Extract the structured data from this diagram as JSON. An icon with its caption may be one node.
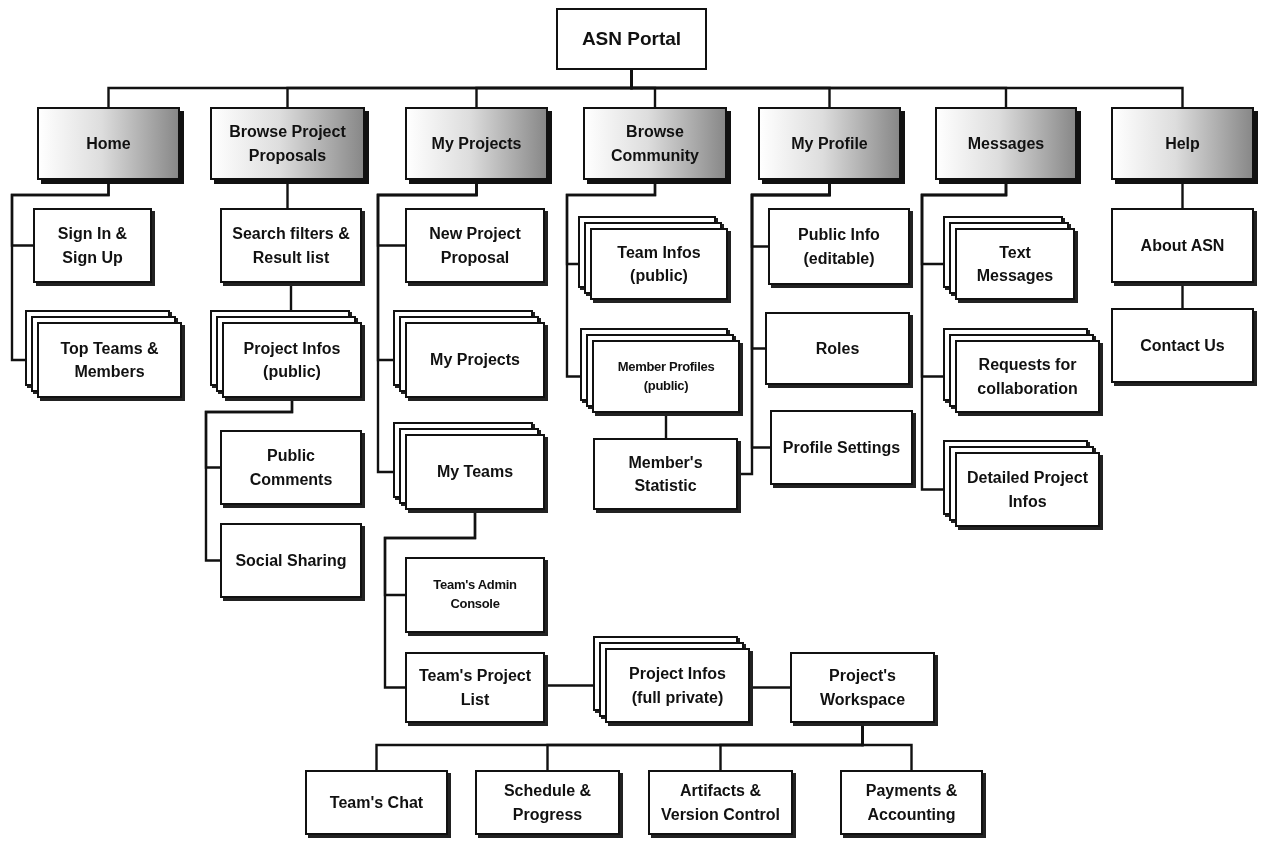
{
  "diagram": {
    "nodes": [
      {
        "text": [
          "ASN Portal"
        ]
      },
      {
        "text": [
          "Home"
        ]
      },
      {
        "text": [
          "Browse Project Proposals"
        ]
      },
      {
        "text": [
          "My Projects"
        ]
      },
      {
        "text": [
          "Browse Community"
        ]
      },
      {
        "text": [
          "My Profile"
        ]
      },
      {
        "text": [
          "Messages"
        ]
      },
      {
        "text": [
          "Help"
        ]
      },
      {
        "text": [
          "Sign In & Sign Up"
        ]
      },
      {
        "text": [
          "Top Teams & Members"
        ]
      },
      {
        "text": [
          "Search filters & Result list"
        ]
      },
      {
        "text": [
          "Project Infos (public)"
        ]
      },
      {
        "text": [
          "Public Comments"
        ]
      },
      {
        "text": [
          "Social Sharing"
        ]
      },
      {
        "text": [
          "New Project Proposal"
        ]
      },
      {
        "text": [
          "My Projects"
        ]
      },
      {
        "text": [
          "My Teams"
        ]
      },
      {
        "text": [
          "Team's Admin Console"
        ]
      },
      {
        "text": [
          "Team's Project List"
        ]
      },
      {
        "text": [
          "Project Infos (full private)"
        ]
      },
      {
        "text": [
          "Project's Workspace"
        ]
      },
      {
        "text": [
          "Team's Chat"
        ]
      },
      {
        "text": [
          "Schedule & Progress"
        ]
      },
      {
        "text": [
          "Artifacts & Version Control"
        ]
      },
      {
        "text": [
          "Payments & Accounting"
        ]
      },
      {
        "text": [
          "Team Infos (public)"
        ]
      },
      {
        "text": [
          "Member Profiles (public)"
        ]
      },
      {
        "text": [
          "Member's Statistic"
        ]
      },
      {
        "text": [
          "Public Info (editable)"
        ]
      },
      {
        "text": [
          "Roles"
        ]
      },
      {
        "text": [
          "Profile Settings"
        ]
      },
      {
        "text": [
          "Text Messages"
        ]
      },
      {
        "text": [
          "Requests for collaboration"
        ]
      },
      {
        "text": [
          "Detailed Project Infos"
        ]
      },
      {
        "text": [
          "About ASN"
        ]
      },
      {
        "text": [
          "Contact Us"
        ]
      }
    ],
    "edges": [
      {
        "from": 0,
        "to": 1,
        "arrow": "none"
      },
      {
        "from": 0,
        "to": 2,
        "arrow": "none"
      },
      {
        "from": 0,
        "to": 3,
        "arrow": "none"
      },
      {
        "from": 0,
        "to": 4,
        "arrow": "none"
      },
      {
        "from": 0,
        "to": 5,
        "arrow": "none"
      },
      {
        "from": 0,
        "to": 6,
        "arrow": "none"
      },
      {
        "from": 0,
        "to": 7,
        "arrow": "none"
      },
      {
        "from": 1,
        "to": 8,
        "arrow": "none"
      },
      {
        "from": 1,
        "to": 9,
        "arrow": "none"
      },
      {
        "from": 2,
        "to": 10,
        "arrow": "none"
      },
      {
        "from": 10,
        "to": 11,
        "arrow": "none"
      },
      {
        "from": 11,
        "to": 12,
        "arrow": "none"
      },
      {
        "from": 11,
        "to": 13,
        "arrow": "none"
      },
      {
        "from": 3,
        "to": 14,
        "arrow": "none"
      },
      {
        "from": 3,
        "to": 15,
        "arrow": "none"
      },
      {
        "from": 3,
        "to": 16,
        "arrow": "none"
      },
      {
        "from": 16,
        "to": 17,
        "arrow": "none"
      },
      {
        "from": 16,
        "to": 18,
        "arrow": "none"
      },
      {
        "from": 18,
        "to": 19,
        "arrow": "none"
      },
      {
        "from": 19,
        "to": 20,
        "arrow": "none"
      },
      {
        "from": 20,
        "to": 21,
        "arrow": "none"
      },
      {
        "from": 20,
        "to": 22,
        "arrow": "none"
      },
      {
        "from": 20,
        "to": 23,
        "arrow": "none"
      },
      {
        "from": 20,
        "to": 24,
        "arrow": "none"
      },
      {
        "from": 4,
        "to": 25,
        "arrow": "none"
      },
      {
        "from": 4,
        "to": 26,
        "arrow": "none"
      },
      {
        "from": 26,
        "to": 27,
        "arrow": "none"
      },
      {
        "from": 5,
        "to": 28,
        "arrow": "none"
      },
      {
        "from": 5,
        "to": 29,
        "arrow": "none"
      },
      {
        "from": 5,
        "to": 30,
        "arrow": "none"
      },
      {
        "from": 5,
        "to": 27,
        "arrow": "none"
      },
      {
        "from": 6,
        "to": 31,
        "arrow": "none"
      },
      {
        "from": 6,
        "to": 32,
        "arrow": "none"
      },
      {
        "from": 6,
        "to": 33,
        "arrow": "none"
      },
      {
        "from": 7,
        "to": 34,
        "arrow": "none"
      },
      {
        "from": 34,
        "to": 35,
        "arrow": "none"
      }
    ]
  }
}
